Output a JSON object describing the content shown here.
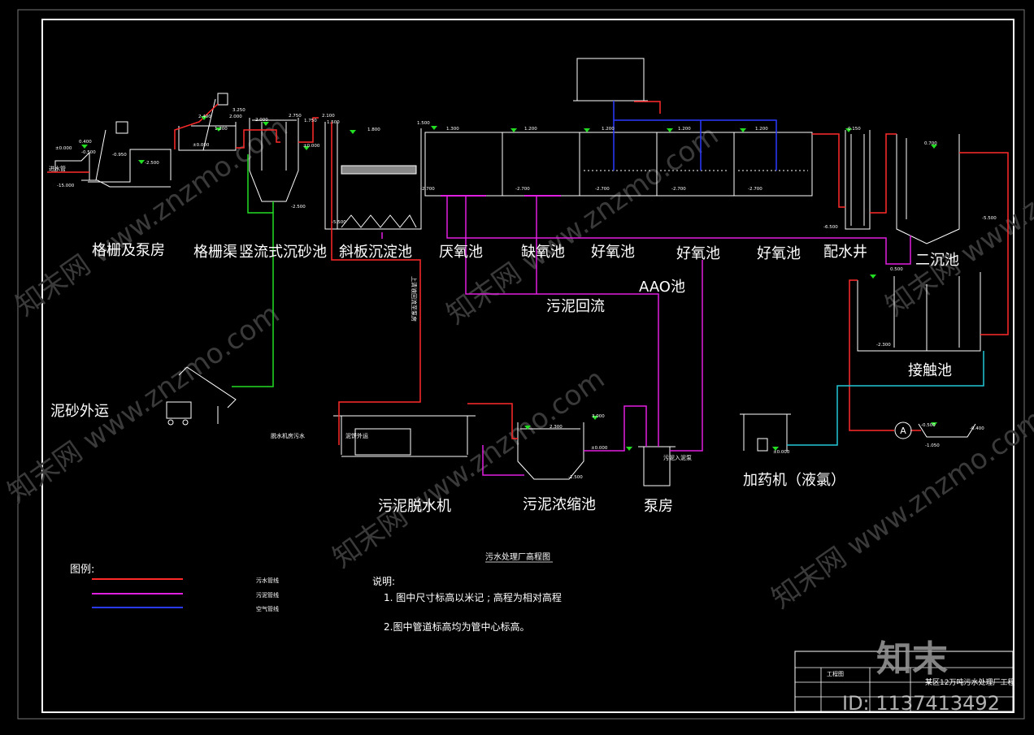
{
  "title": "污水处理厂高程图",
  "units": {
    "grille_pump": "格栅及泵房",
    "grille_channel": "格栅渠",
    "grit_chamber": "竖流式沉砂池",
    "inclined_settler": "斜板沉淀池",
    "anaerobic": "厌氧池",
    "anoxic": "缺氧池",
    "aerobic_1": "好氧池",
    "aerobic_2": "好氧池",
    "aerobic_3": "好氧池",
    "distribution_well": "配水井",
    "secondary_clarifier": "二沉池",
    "aao": "AAO池",
    "sludge_return": "污泥回流",
    "contact_tank": "接触池",
    "grit_out": "泥砂外运",
    "dewatering": "污泥脱水机",
    "thickener": "污泥浓缩池",
    "pump_house": "泵房",
    "dosing": "加药机（液氯）",
    "pump_symbol": "A"
  },
  "small_labels": {
    "dewater_wastewater": "脱水机房污水",
    "cake_out": "泥饼外运",
    "sludge_in": "污泥入泥泵",
    "supernatant": "上清液回流至泵房",
    "inlet_pipe": "进水管"
  },
  "legend": {
    "heading": "图例:",
    "items": [
      {
        "label": "污水管线",
        "color": "#ff2a2a"
      },
      {
        "label": "污泥管线",
        "color": "#e01fe0"
      },
      {
        "label": "空气管线",
        "color": "#2a3bff"
      }
    ]
  },
  "notes": {
    "heading": "说明:",
    "items": [
      "1. 图中尺寸标高以米记 ; 高程为相对高程",
      "2.图中管道标高均为管中心标高。"
    ]
  },
  "title_block": {
    "project": "某区12万吨污水处理厂工程",
    "drawing": "工程图"
  },
  "elevations": [
    "0.400",
    "±0.000",
    "-0.500",
    "-0.950",
    "-2.500",
    "-15.000",
    "3.250",
    "2.400",
    "2.000",
    "1.200",
    "±0.000",
    "2.000",
    "-2.500",
    "2.750",
    "1.750",
    "2.100",
    "1.500",
    "±0.000",
    "1.800",
    "-5.500",
    "1.500",
    "1.300",
    "-2.700",
    "1.200",
    "-2.700",
    "1.200",
    "-2.700",
    "1.200",
    "-2.700",
    "1.200",
    "-2.700",
    "0.150",
    "-6.500",
    "0.700",
    "-5.500",
    "0.500",
    "-2.300",
    "2.300",
    "3.000",
    "±0.000",
    "-1.500",
    "±0.000",
    "-0.500",
    "-1.050",
    "-0.400"
  ],
  "watermark": {
    "text_cn": "知末网 www.znzmo.com",
    "brand": "知末",
    "id": "ID: 1137413492"
  },
  "colors": {
    "background": "#000000",
    "frame": "#ffffff",
    "sewage": "#ff2a2a",
    "sludge": "#e01fe0",
    "air": "#2a3bff",
    "grit": "#22dd22",
    "dosing": "#22c8d8",
    "level_marker": "#22dd22"
  }
}
